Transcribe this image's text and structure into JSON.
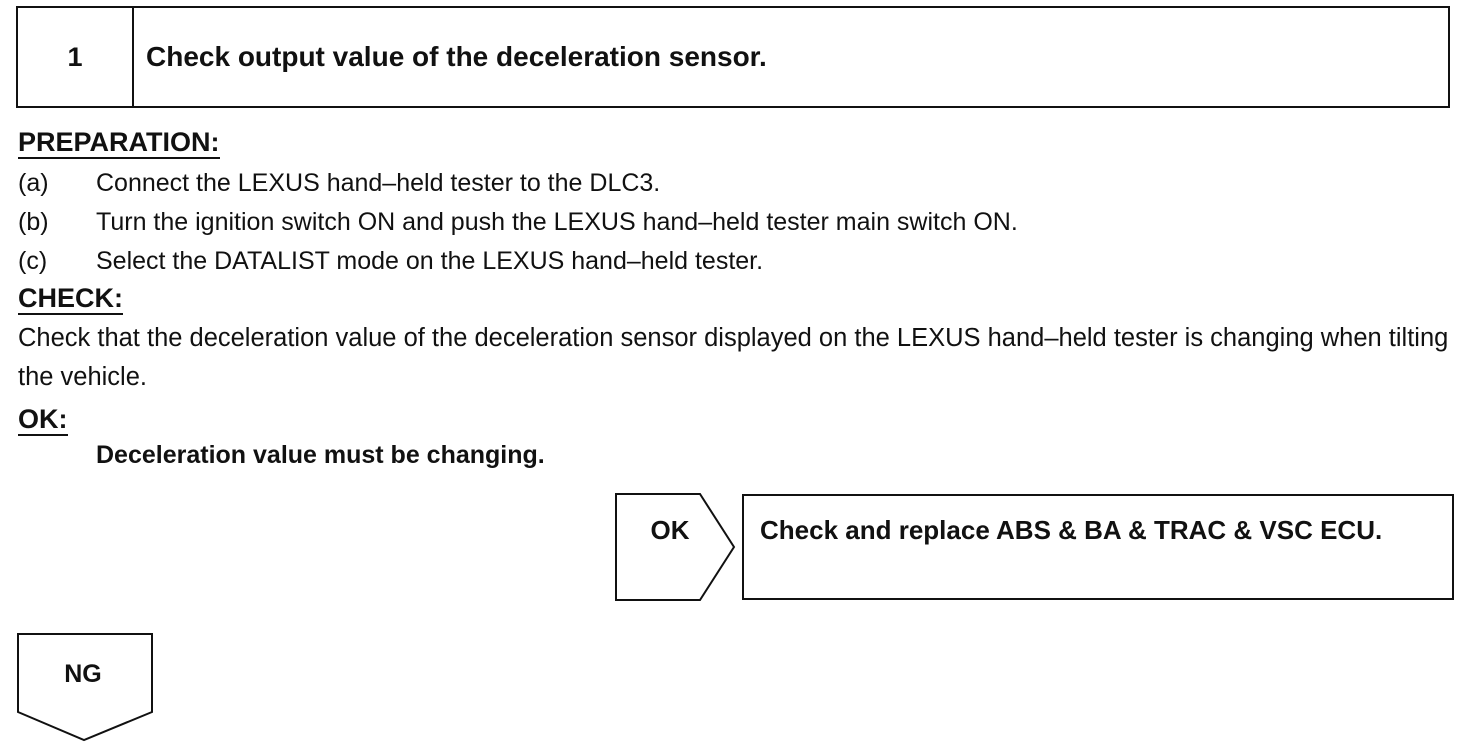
{
  "step": {
    "number": "1",
    "title": "Check output value of the deceleration sensor."
  },
  "preparation": {
    "heading": "PREPARATION:",
    "items": [
      {
        "marker": "(a)",
        "text": "Connect the LEXUS hand–held tester to the DLC3."
      },
      {
        "marker": "(b)",
        "text": "Turn the ignition switch ON and push the LEXUS hand–held tester main switch ON."
      },
      {
        "marker": "(c)",
        "text": "Select the DATALIST mode on the LEXUS hand–held tester."
      }
    ]
  },
  "check": {
    "heading": "CHECK:",
    "text": "Check that the deceleration value of the deceleration sensor displayed on the LEXUS hand–held tester is changing when tilting the vehicle."
  },
  "ok_spec": {
    "heading": "OK:",
    "value": "Deceleration value must be changing."
  },
  "ok_branch": {
    "label": "OK",
    "result": "Check and replace ABS & BA & TRAC & VSC ECU."
  },
  "ng_branch": {
    "label": "NG"
  }
}
